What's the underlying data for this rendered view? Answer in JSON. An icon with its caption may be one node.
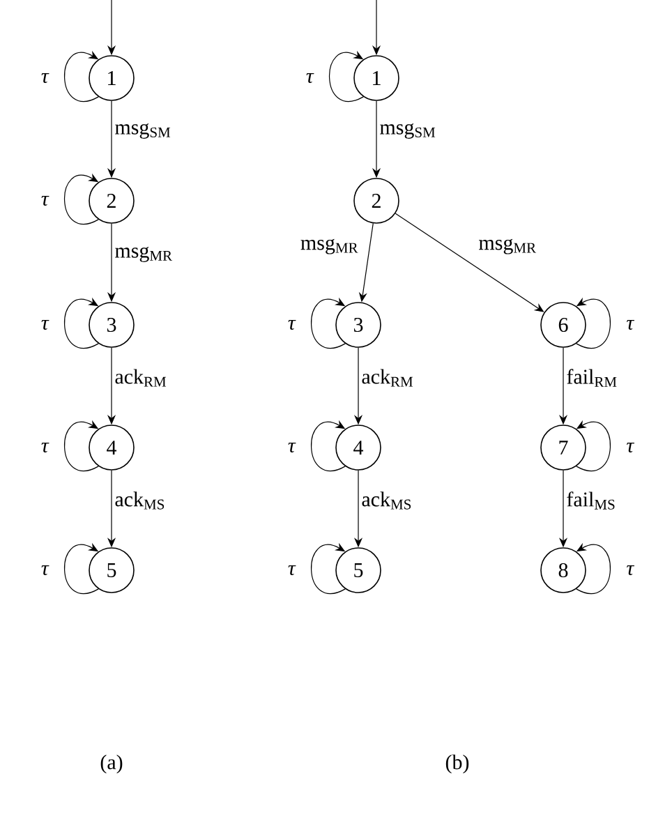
{
  "diagram": {
    "nodes": [
      {
        "text": [
          "1"
        ]
      },
      {
        "text": [
          "2"
        ]
      },
      {
        "text": [
          "3"
        ]
      },
      {
        "text": [
          "4"
        ]
      },
      {
        "text": [
          "5"
        ]
      },
      {
        "text": [
          "1"
        ]
      },
      {
        "text": [
          "2"
        ]
      },
      {
        "text": [
          "3"
        ]
      },
      {
        "text": [
          "4"
        ]
      },
      {
        "text": [
          "5"
        ]
      },
      {
        "text": [
          "6"
        ]
      },
      {
        "text": [
          "7"
        ]
      },
      {
        "text": [
          "8"
        ]
      }
    ],
    "edges": [
      {
        "from": null,
        "to": 0,
        "arrow": "to"
      },
      {
        "from": 0,
        "to": 0,
        "arrow": "to",
        "label": "τ"
      },
      {
        "from": 0,
        "to": 1,
        "arrow": "to",
        "label": "msg$_{SM}$"
      },
      {
        "from": 1,
        "to": 1,
        "arrow": "to",
        "label": "τ"
      },
      {
        "from": 1,
        "to": 2,
        "arrow": "to",
        "label": "msg$_{MR}$"
      },
      {
        "from": 2,
        "to": 2,
        "arrow": "to",
        "label": "τ"
      },
      {
        "from": 2,
        "to": 3,
        "arrow": "to",
        "label": "ack$_{RM}$"
      },
      {
        "from": 3,
        "to": 3,
        "arrow": "to",
        "label": "τ"
      },
      {
        "from": 3,
        "to": 4,
        "arrow": "to",
        "label": "ack$_{MS}$"
      },
      {
        "from": 4,
        "to": 4,
        "arrow": "to",
        "label": "τ"
      },
      {
        "from": null,
        "to": 5,
        "arrow": "to"
      },
      {
        "from": 5,
        "to": 5,
        "arrow": "to",
        "label": "τ"
      },
      {
        "from": 5,
        "to": 6,
        "arrow": "to",
        "label": "msg$_{SM}$"
      },
      {
        "from": 6,
        "to": 7,
        "arrow": "to",
        "label": "msg$_{MR}$"
      },
      {
        "from": 6,
        "to": 10,
        "arrow": "to",
        "label": "msg$_{MR}$"
      },
      {
        "from": 7,
        "to": 7,
        "arrow": "to",
        "label": "τ"
      },
      {
        "from": 7,
        "to": 8,
        "arrow": "to",
        "label": "ack$_{RM}$"
      },
      {
        "from": 8,
        "to": 8,
        "arrow": "to",
        "label": "τ"
      },
      {
        "from": 8,
        "to": 9,
        "arrow": "to",
        "label": "ack$_{MS}$"
      },
      {
        "from": 9,
        "to": 9,
        "arrow": "to",
        "label": "τ"
      },
      {
        "from": 10,
        "to": 10,
        "arrow": "to",
        "label": "τ"
      },
      {
        "from": 10,
        "to": 11,
        "arrow": "to",
        "label": "fail$_{RM}$"
      },
      {
        "from": 11,
        "to": 11,
        "arrow": "to",
        "label": "τ"
      },
      {
        "from": 11,
        "to": 12,
        "arrow": "to",
        "label": "fail$_{MS}$"
      },
      {
        "from": 12,
        "to": 12,
        "arrow": "to",
        "label": "τ"
      }
    ],
    "labels": [
      "(a)",
      "(b)"
    ]
  }
}
